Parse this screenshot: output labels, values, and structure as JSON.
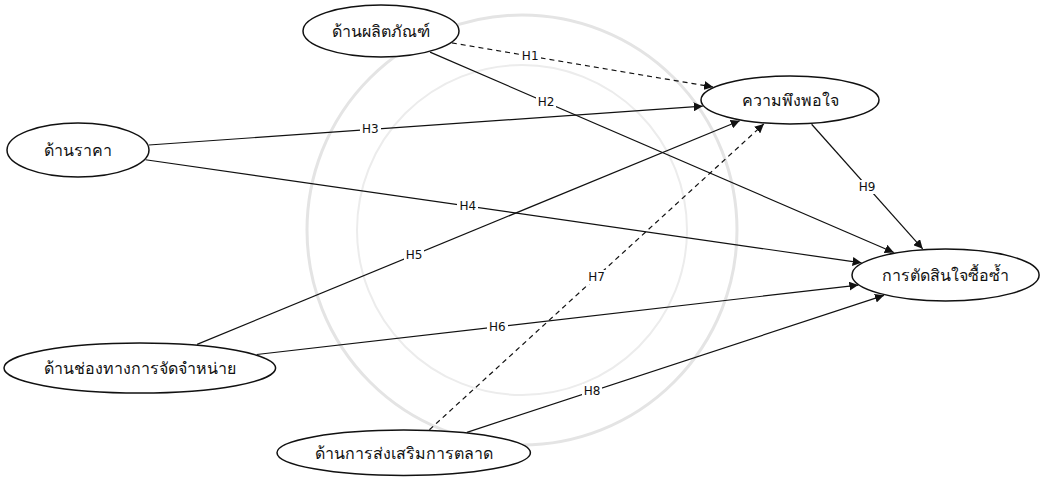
{
  "diagram": {
    "nodes": [
      {
        "text": [
          "ด้านผลิตภัณฑ์"
        ]
      },
      {
        "text": [
          "ด้านราคา"
        ]
      },
      {
        "text": [
          "ด้านช่องทางการจัดจำหน่าย"
        ]
      },
      {
        "text": [
          "ด้านการส่งเสริมการตลาด"
        ]
      },
      {
        "text": [
          "ความพึงพอใจ"
        ]
      },
      {
        "text": [
          "การตัดสินใจซื้อซ้ำ"
        ]
      }
    ],
    "edges": [
      {
        "from": 0,
        "to": 4,
        "label": "H1",
        "arrow": "to"
      },
      {
        "from": 0,
        "to": 5,
        "label": "H2",
        "arrow": "to"
      },
      {
        "from": 1,
        "to": 4,
        "label": "H3",
        "arrow": "to"
      },
      {
        "from": 1,
        "to": 5,
        "label": "H4",
        "arrow": "to"
      },
      {
        "from": 2,
        "to": 4,
        "label": "H5",
        "arrow": "to"
      },
      {
        "from": 2,
        "to": 5,
        "label": "H6",
        "arrow": "to"
      },
      {
        "from": 3,
        "to": 4,
        "label": "H7",
        "arrow": "to"
      },
      {
        "from": 3,
        "to": 5,
        "label": "H8",
        "arrow": "to"
      },
      {
        "from": 4,
        "to": 5,
        "label": "H9",
        "arrow": "to"
      }
    ]
  }
}
